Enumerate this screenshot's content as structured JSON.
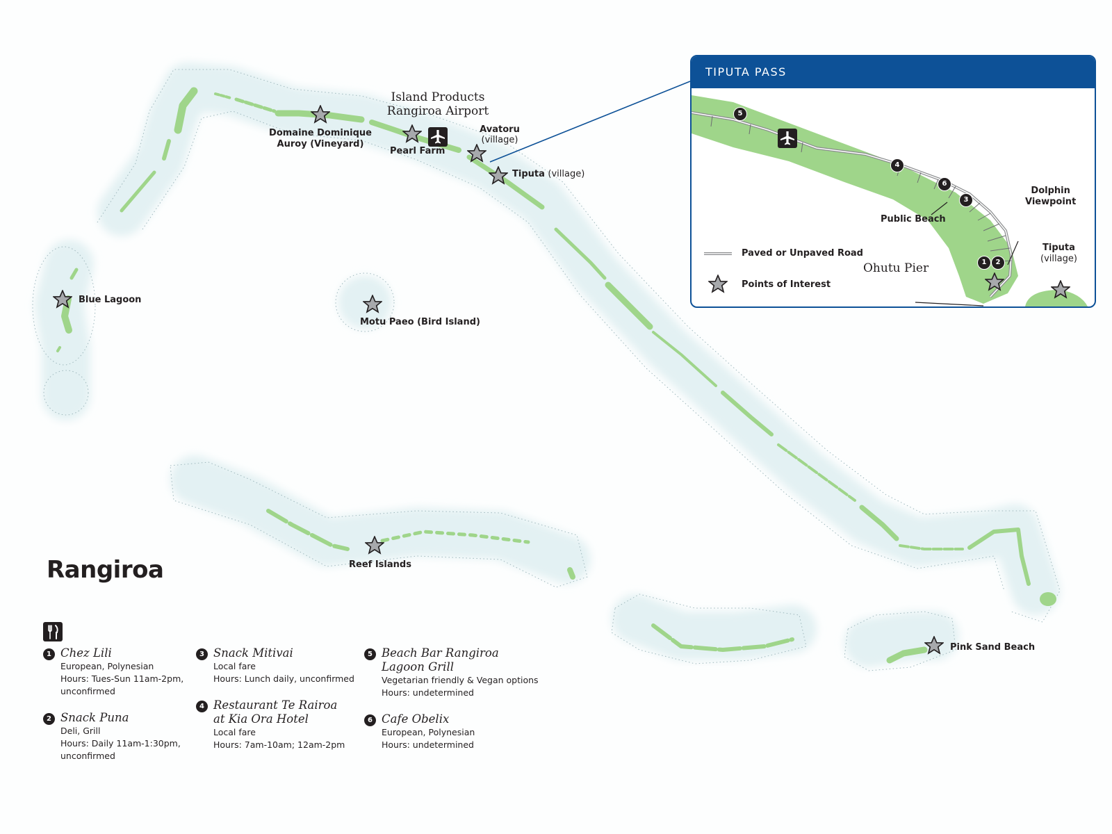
{
  "map_title": "Rangiroa",
  "labels": {
    "island_products": "Island Products",
    "airport": "Rangiroa Airport",
    "domaine_line1": "Domaine Dominique",
    "domaine_line2": "Auroy (Vineyard)",
    "pearl_farm": "Pearl Farm",
    "avatoru": "Avatoru",
    "avatoru_sub": "(village)",
    "tiputa": "Tiputa",
    "tiputa_sub": "(village)",
    "blue_lagoon": "Blue Lagoon",
    "motu_paeo": "Motu Paeo (Bird Island)",
    "reef_islands": "Reef Islands",
    "pink_sand_beach": "Pink Sand Beach"
  },
  "inset": {
    "title": "TIPUTA PASS",
    "public_beach": "Public Beach",
    "dolphin_line1": "Dolphin",
    "dolphin_line2": "Viewpoint",
    "tiputa": "Tiputa",
    "tiputa_sub": "(village)",
    "ohutu_pier": "Ohutu Pier",
    "legend_road": "Paved or Unpaved Road",
    "legend_poi": "Points of Interest",
    "pins": [
      "5",
      "4",
      "6",
      "3",
      "1",
      "2"
    ]
  },
  "restaurants": [
    {
      "num": "1",
      "name_lines": [
        "Chez Lili"
      ],
      "details": [
        "European, Polynesian",
        "Hours: Tues-Sun 11am-2pm,",
        "unconfirmed"
      ]
    },
    {
      "num": "2",
      "name_lines": [
        "Snack Puna"
      ],
      "details": [
        "Deli, Grill",
        "Hours: Daily 11am-1:30pm,",
        "unconfirmed"
      ]
    },
    {
      "num": "3",
      "name_lines": [
        "Snack Mitivai"
      ],
      "details": [
        "Local fare",
        "Hours: Lunch daily, unconfirmed"
      ]
    },
    {
      "num": "4",
      "name_lines": [
        "Restaurant Te Rairoa",
        "at Kia Ora Hotel"
      ],
      "details": [
        "Local fare",
        "Hours: 7am-10am; 12am-2pm"
      ]
    },
    {
      "num": "5",
      "name_lines": [
        "Beach Bar Rangiroa",
        "Lagoon Grill"
      ],
      "details": [
        "Vegetarian friendly & Vegan options",
        "Hours: undetermined"
      ]
    },
    {
      "num": "6",
      "name_lines": [
        "Cafe Obelix"
      ],
      "details": [
        "European, Polynesian",
        "Hours: undetermined"
      ]
    }
  ],
  "colors": {
    "land": "#9fd58a",
    "reef": "#e3f1f3",
    "inset_header": "#0d5197",
    "star": "#a7a9ac"
  }
}
